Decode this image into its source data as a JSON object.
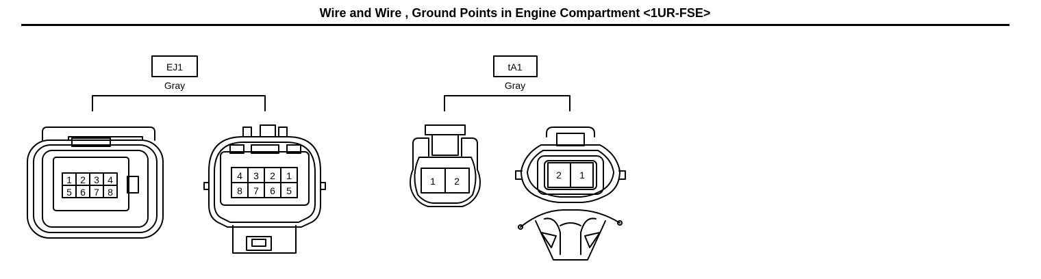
{
  "page": {
    "title": "Wire and Wire , Ground Points in Engine Compartment <1UR-FSE>"
  },
  "connectors": [
    {
      "code": "EJ1",
      "color": "Gray",
      "left_view_pins": [
        "1",
        "2",
        "3",
        "4",
        "5",
        "6",
        "7",
        "8"
      ],
      "right_view_pins": [
        "4",
        "3",
        "2",
        "1",
        "8",
        "7",
        "6",
        "5"
      ]
    },
    {
      "code": "tA1",
      "color": "Gray",
      "left_view_pins": [
        "1",
        "2"
      ],
      "right_view_pins": [
        "2",
        "1"
      ]
    }
  ]
}
